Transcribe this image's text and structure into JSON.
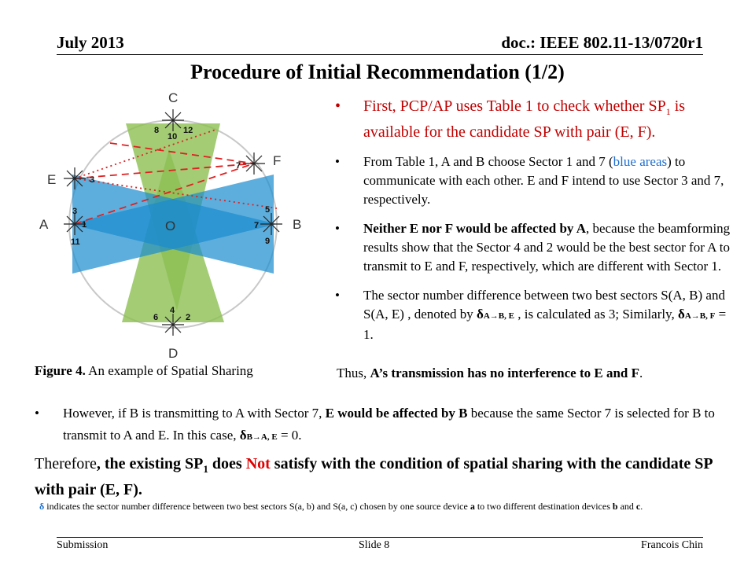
{
  "header": {
    "date": "July 2013",
    "doc": "doc.: IEEE 802.11-13/0720r1"
  },
  "title": "Procedure of Initial Recommendation (1/2)",
  "figure": {
    "labels": {
      "C": "C",
      "D": "D",
      "A": "A",
      "B": "B",
      "E": "E",
      "F": "F",
      "O": "O"
    },
    "sectors": {
      "c8": "8",
      "c10": "10",
      "c12": "12",
      "f7": "7",
      "e3": "3",
      "a3": "3",
      "a1": "1",
      "a11": "11",
      "b5": "5",
      "b7": "7",
      "b9": "9",
      "d4": "4",
      "d6": "6",
      "d2": "2"
    },
    "caption_bold": "Figure 4.",
    "caption_text": " An example of Spatial Sharing",
    "colors": {
      "blue": "#1a8ccf",
      "green": "#8cbf52",
      "red": "#e02020"
    }
  },
  "bullets": {
    "b1_pre": "First, PCP/AP uses Table 1 to check whether SP",
    "b1_sub": "1",
    "b1_post": " is available for the candidate SP with pair (E, F).",
    "b2_pre": "From Table 1, A and B choose Sector 1 and 7 (",
    "b2_blue": "blue areas",
    "b2_post": ") to communicate with each other. E and F intend to use Sector 3 and 7, respectively.",
    "b3_bold": "Neither E nor F would be affected by A",
    "b3_post": ", because the beamforming results show that the Sector 4 and 2 would be the best sector for A to transmit to E and F, respectively, which are different with Sector 1.",
    "b4_pre": "The sector number difference between two best sectors S(A, B) and S(A, E) , denoted by ",
    "b4_delta1": "δ",
    "b4_delta1_sub": "A→B, E",
    "b4_mid": " ,  is calculated as 3; Similarly, ",
    "b4_delta2": "δ",
    "b4_delta2_sub": "A→B, F",
    "b4_post": " = 1."
  },
  "thus_pre": "Thus, ",
  "thus_bold": "A’s transmission has no interference to E and F",
  "thus_post": ".",
  "bottom_bullet": {
    "pre": "However, if B is transmitting to A with Sector 7, ",
    "bold": "E would be affected by B",
    "post": " because the same Sector 7 is selected for B to transmit to A and E. In this case, ",
    "delta": "δ",
    "delta_sub": "B→A, E",
    "end": " = 0."
  },
  "therefore": {
    "pre": "Therefore",
    "bold1": ", the existing SP",
    "sub": "1",
    "bold2": " does ",
    "not": "Not",
    "bold3": " satisfy with the condition of spatial sharing with the candidate SP with pair (E, F)."
  },
  "note": {
    "delta": "δ",
    "text1": " indicates the sector number difference between two best sectors S(a, b) and S(a, c) chosen by one source device ",
    "a": "a",
    "text2": " to two different destination devices ",
    "b": "b",
    "and": " and ",
    "c": "c",
    "end": "."
  },
  "footer": {
    "left": "Submission",
    "center": "Slide 8",
    "right": "Francois Chin"
  }
}
